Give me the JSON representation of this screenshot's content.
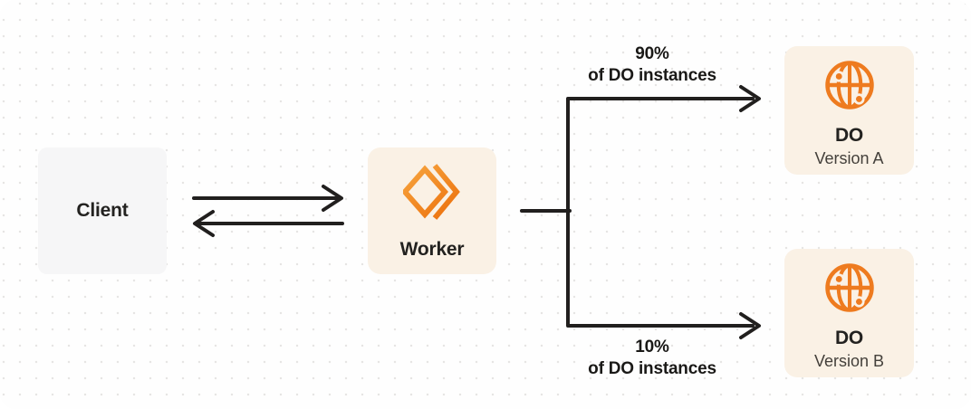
{
  "diagram": {
    "nodes": {
      "client": {
        "label": "Client"
      },
      "worker": {
        "label": "Worker"
      },
      "do_version_a": {
        "title": "DO",
        "subtitle": "Version A"
      },
      "do_version_b": {
        "title": "DO",
        "subtitle": "Version B"
      }
    },
    "edges": {
      "client_worker": {
        "style": "double-arrow-bidirectional"
      },
      "top_branch": {
        "percent": "90%",
        "caption": "of DO instances"
      },
      "bottom_branch": {
        "percent": "10%",
        "caption": "of DO instances"
      }
    },
    "icons": {
      "worker": "cloudflare-workers-icon",
      "durable_object": "globe-icon"
    },
    "colors": {
      "accent_orange": "#EE7B1F",
      "accent_orange_light": "#F6A13B",
      "accent_orange_deep": "#EC710D",
      "node_cream_bg": "#FAF1E5",
      "node_gray_bg": "#F6F6F7",
      "connector_dark": "#211F1E",
      "text_primary": "#232220",
      "text_secondary": "#44403B",
      "dot_grid": "#E6E5E4"
    }
  }
}
